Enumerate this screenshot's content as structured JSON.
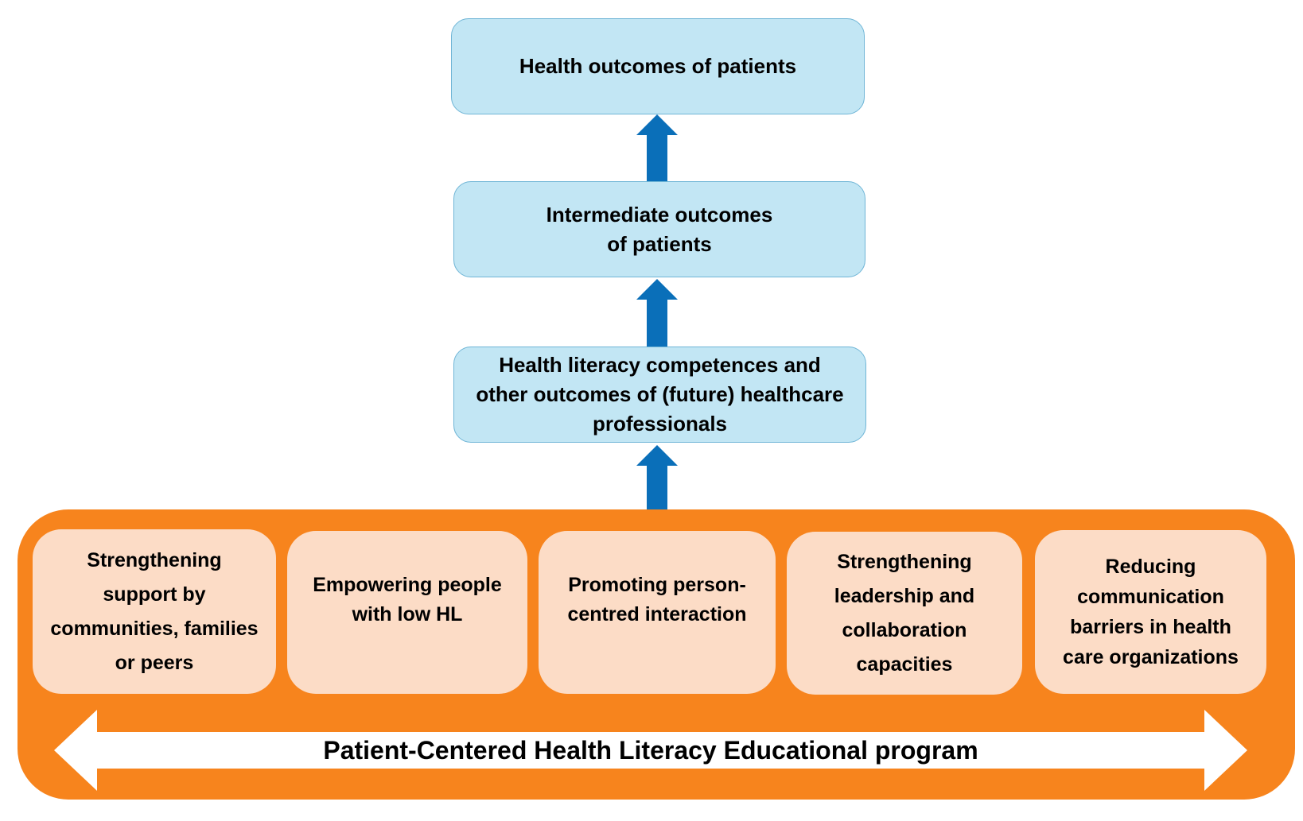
{
  "outcomes": {
    "health": "Health outcomes of patients",
    "intermediate": "Intermediate outcomes\nof patients",
    "professionals": "Health literacy competences and\nother outcomes of (future) healthcare\nprofessionals"
  },
  "program": {
    "components": [
      "Strengthening\nsupport by\ncommunities, families\nor peers",
      "Empowering people\nwith low HL",
      "Promoting person-\ncentred interaction",
      "Strengthening\nleadership and\ncollaboration\ncapacities",
      "Reducing\ncommunication\nbarriers in health\ncare organizations"
    ],
    "label": "Patient-Centered Health Literacy Educational program"
  },
  "colors": {
    "outcome_fill": "#c2e6f4",
    "outcome_border": "#6fb5d6",
    "arrow": "#0a6fb9",
    "program_fill": "#f7841d",
    "component_fill": "#fcdcc6"
  }
}
